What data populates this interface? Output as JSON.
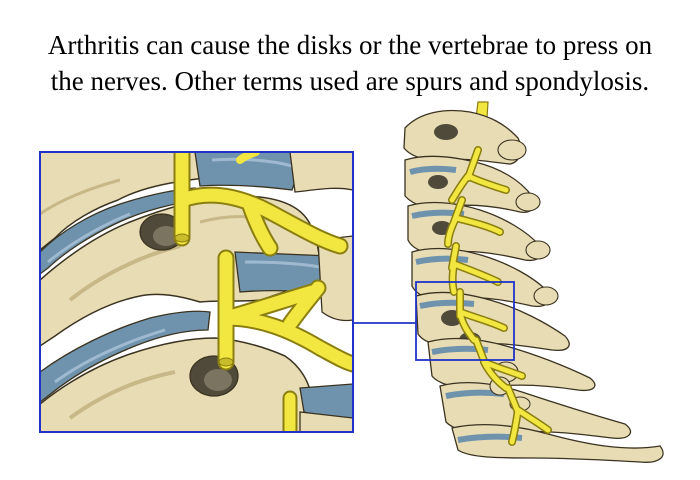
{
  "caption": {
    "line1": "Arthritis can cause the disks or the vertebrae to press on",
    "line2": "the nerves. Other terms used are spurs and spondylosis."
  },
  "colors": {
    "bone": "#e8dcb5",
    "bone_shade": "#c8b887",
    "bone_outline": "#3b3320",
    "disk": "#6f93ac",
    "disk_light": "#9fbad0",
    "nerve": "#f2e640",
    "nerve_outline": "#8a7e10",
    "frame": "#1f33c8",
    "hole": "#4f4a3a"
  },
  "figure": {
    "zoom_inset": "detail-view",
    "full_view": "cervical-spine"
  }
}
